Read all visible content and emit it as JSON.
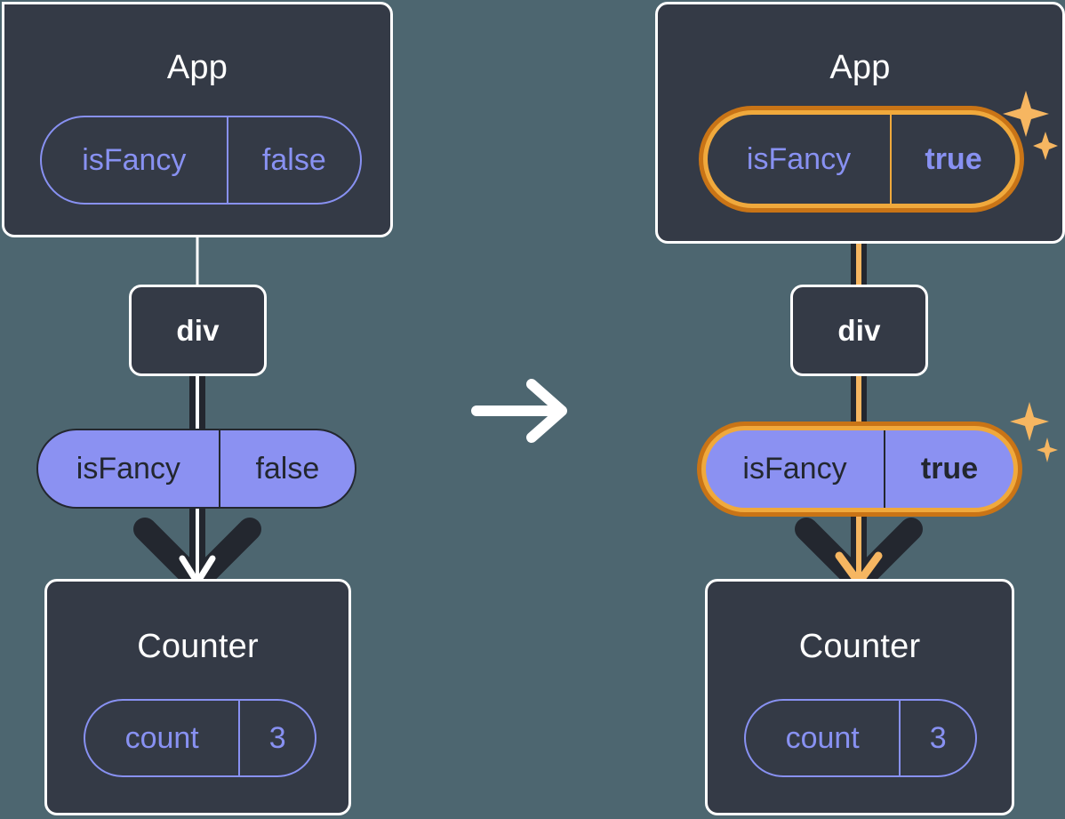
{
  "diagram": {
    "title": "React state propagation: isFancy false to true",
    "background_color": "#4d6670",
    "card_color": "#343a46",
    "accent_purple": "#8b91f2",
    "accent_orange": "#f0a93c",
    "accent_orange_dark": "#c97416",
    "wire_dark": "#23272f",
    "wire_white": "#ffffff"
  },
  "transition": {
    "icon": "arrow-right-icon",
    "color": "#ffffff"
  },
  "before": {
    "app": {
      "title": "App",
      "state": {
        "key": "isFancy",
        "value": "false",
        "highlighted": false
      }
    },
    "div": {
      "title": "div"
    },
    "prop": {
      "key": "isFancy",
      "value": "false",
      "highlighted": false
    },
    "counter": {
      "title": "Counter",
      "state": {
        "key": "count",
        "value": "3",
        "highlighted": false
      }
    },
    "wire_color": "#ffffff",
    "sparkles": false
  },
  "after": {
    "app": {
      "title": "App",
      "state": {
        "key": "isFancy",
        "value": "true",
        "highlighted": true
      }
    },
    "div": {
      "title": "div"
    },
    "prop": {
      "key": "isFancy",
      "value": "true",
      "highlighted": true
    },
    "counter": {
      "title": "Counter",
      "state": {
        "key": "count",
        "value": "3",
        "highlighted": false
      }
    },
    "wire_color": "#f0a93c",
    "sparkles": true
  }
}
